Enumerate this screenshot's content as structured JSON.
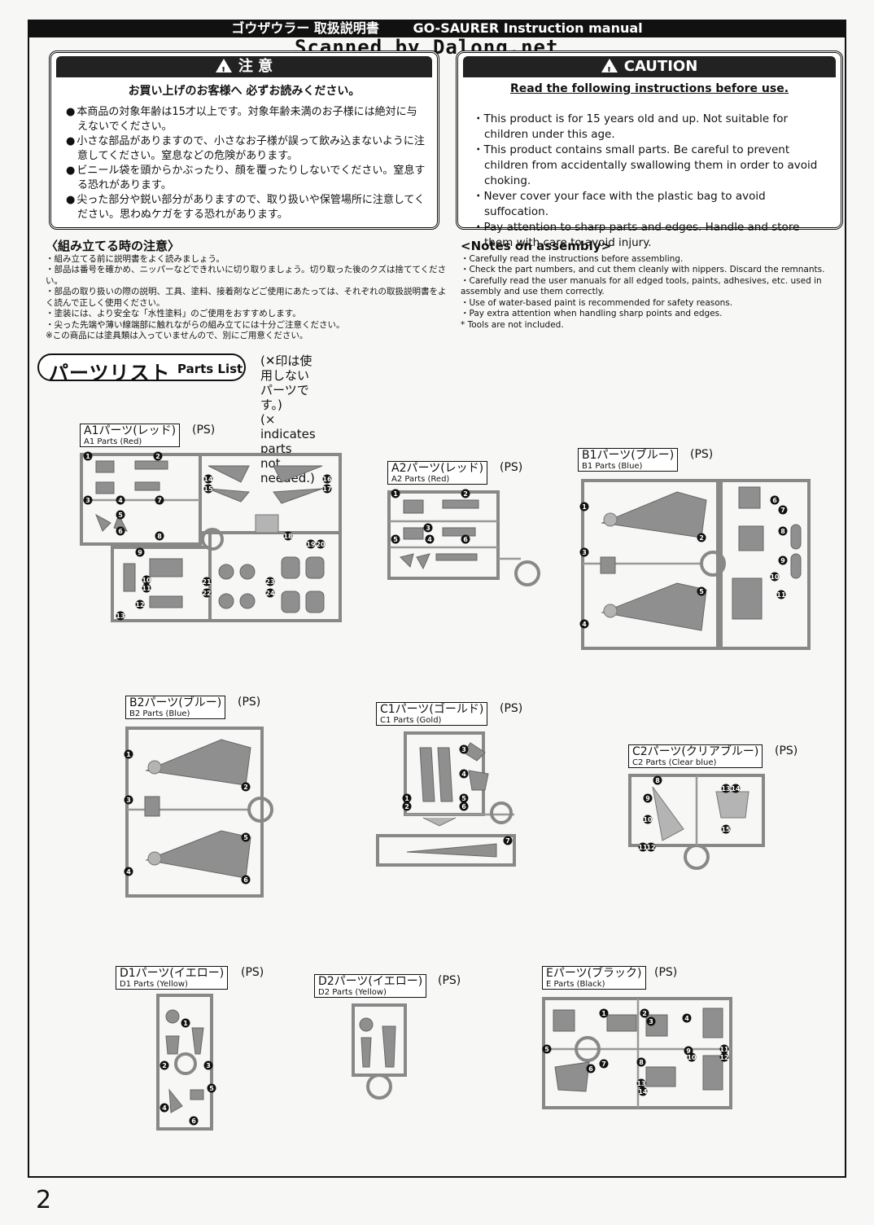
{
  "header": {
    "title_jp": "ゴウザウラー 取扱説明書",
    "title_en": "GO-SAURER Instruction manual",
    "watermark": "Scanned by Dalong.net"
  },
  "caution_jp": {
    "title": "注 意",
    "subtitle": "お買い上げのお客様へ 必ずお読みください。",
    "items": [
      "本商品の対象年齢は15才以上です。対象年齢未満のお子様には絶対に与えないでください。",
      "小さな部品がありますので、小さなお子様が誤って飲み込まないように注意してください。窒息などの危険があります。",
      "ビニール袋を頭からかぶったり、顔を覆ったりしないでください。窒息する恐れがあります。",
      "尖った部分や鋭い部分がありますので、取り扱いや保管場所に注意してください。思わぬケガをする恐れがあります。"
    ]
  },
  "caution_en": {
    "title": "CAUTION",
    "subtitle": "Read the following instructions before use.",
    "items": [
      "This product is for 15 years old and up. Not suitable for children under this age.",
      "This product contains small parts. Be careful to prevent children from accidentally swallowing them in order to avoid choking.",
      "Never cover your face with the plastic bag to avoid suffocation.",
      "Pay attention to sharp parts and edges. Handle and store them with care to avoid injury."
    ]
  },
  "notes_jp": {
    "title": "〈組み立てる時の注意〉",
    "items": [
      "組み立てる前に説明書をよく読みましょう。",
      "部品は番号を確かめ、ニッパーなどできれいに切り取りましょう。切り取った後のクズは捨ててください。",
      "部品の取り扱いの際の説明、工具、塗料、接着剤などご使用にあたっては、それぞれの取扱説明書をよく読んで正しく使用ください。",
      "塗装には、より安全な「水性塗料」のご使用をおすすめします。",
      "尖った先端や薄い線端部に触れながらの組み立てには十分ご注意ください。"
    ],
    "footnote": "※この商品には塗具類は入っていませんので、別にご用意ください。"
  },
  "notes_en": {
    "title": "<Notes on assembly>",
    "items": [
      "Carefully read the instructions before assembling.",
      "Check the part numbers, and cut them cleanly with nippers.  Discard the remnants.",
      "Carefully read the user manuals for all edged tools, paints, adhesives, etc. used in assembly and use them correctly.",
      "Use of water-based paint is recommended for safety reasons.",
      "Pay extra attention when handling sharp points and edges."
    ],
    "footnote": "* Tools are not included."
  },
  "parts_list": {
    "title_jp": "パーツリスト",
    "title_en": "Parts List",
    "note_jp": "(✕印は使用しないパーツです。)",
    "note_en": "(× indicates parts not needed.)"
  },
  "runners": [
    {
      "id": "A1",
      "jp": "A1パーツ(レッド)",
      "en": "A1 Parts (Red)",
      "material": "(PS)",
      "numbers": [
        "1",
        "2",
        "3",
        "4",
        "5",
        "6",
        "7",
        "8",
        "9",
        "10",
        "11",
        "12",
        "13",
        "14",
        "15",
        "16",
        "17",
        "18",
        "19",
        "20",
        "21",
        "22",
        "23",
        "24"
      ]
    },
    {
      "id": "A2",
      "jp": "A2パーツ(レッド)",
      "en": "A2 Parts (Red)",
      "material": "(PS)",
      "numbers": [
        "1",
        "2",
        "3",
        "4",
        "5",
        "6"
      ]
    },
    {
      "id": "B1",
      "jp": "B1パーツ(ブルー)",
      "en": "B1 Parts (Blue)",
      "material": "(PS)",
      "numbers": [
        "1",
        "2",
        "3",
        "4",
        "5",
        "6",
        "7",
        "8",
        "9",
        "10",
        "11"
      ]
    },
    {
      "id": "B2",
      "jp": "B2パーツ(ブルー)",
      "en": "B2 Parts (Blue)",
      "material": "(PS)",
      "numbers": [
        "1",
        "2",
        "3",
        "4",
        "5",
        "6"
      ]
    },
    {
      "id": "C1",
      "jp": "C1パーツ(ゴールド)",
      "en": "C1 Parts (Gold)",
      "material": "(PS)",
      "numbers": [
        "1",
        "2",
        "3",
        "4",
        "5",
        "6",
        "7"
      ]
    },
    {
      "id": "C2",
      "jp": "C2パーツ(クリアブルー)",
      "en": "C2 Parts (Clear blue)",
      "material": "(PS)",
      "numbers": [
        "8",
        "9",
        "10",
        "11",
        "12",
        "13",
        "14",
        "15"
      ]
    },
    {
      "id": "D1",
      "jp": "D1パーツ(イエロー)",
      "en": "D1 Parts (Yellow)",
      "material": "(PS)",
      "numbers": [
        "1",
        "2",
        "3",
        "4",
        "5",
        "6"
      ]
    },
    {
      "id": "D2",
      "jp": "D2パーツ(イエロー)",
      "en": "D2 Parts (Yellow)",
      "material": "(PS)",
      "numbers": []
    },
    {
      "id": "E",
      "jp": "Eパーツ(ブラック)",
      "en": "E Parts (Black)",
      "material": "(PS)",
      "numbers": [
        "1",
        "2",
        "3",
        "4",
        "5",
        "6",
        "7",
        "8",
        "9",
        "10",
        "11",
        "12",
        "13",
        "14"
      ]
    }
  ],
  "page_number": "2"
}
